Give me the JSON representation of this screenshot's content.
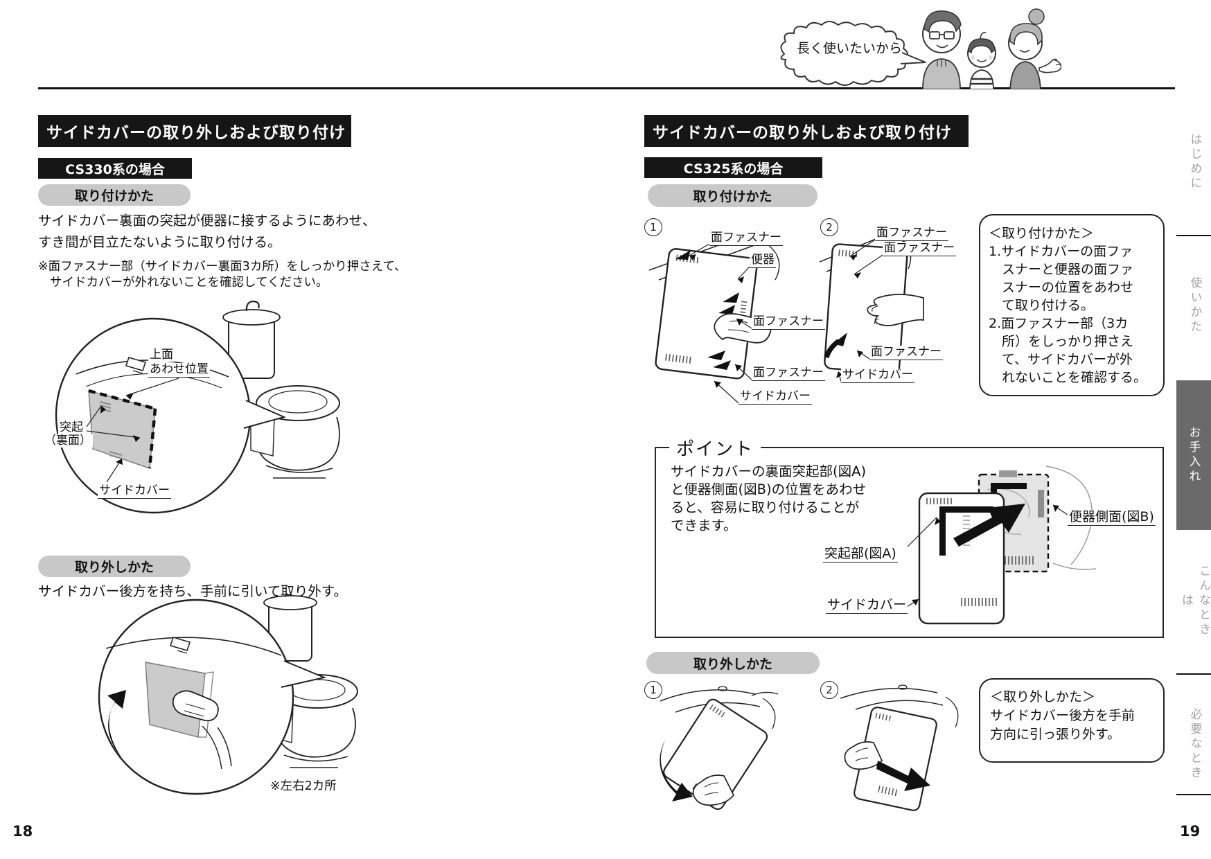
{
  "header": {
    "bubble": "長く使いたいから"
  },
  "left_page": {
    "title": "サイドカバーの取り外しおよび取り付け",
    "model": "CS330系の場合",
    "page_number": "18",
    "install": {
      "heading": "取り付けかた",
      "body_lines": [
        "サイドカバー裏面の突起が便器に接するようにあわせ、",
        "すき間が目立たないように取り付ける。"
      ],
      "note_lines": [
        "※面ファスナー部（サイドカバー裏面3カ所）をしっかり押さえて、",
        "サイドカバーが外れないことを確認してください。"
      ],
      "labels": {
        "top_face": "上面",
        "align_pos": "あわせ位置",
        "protrusion": "突起",
        "back_face": "（裏面）",
        "side_cover": "サイドカバー"
      }
    },
    "remove": {
      "heading": "取り外しかた",
      "body": "サイドカバー後方を持ち、手前に引いて取り外す。",
      "note": "※左右2カ所"
    }
  },
  "right_page": {
    "title": "サイドカバーの取り外しおよび取り付け",
    "model": "CS325系の場合",
    "page_number": "19",
    "install": {
      "heading": "取り付けかた",
      "fig1": {
        "num": "1",
        "labels": [
          "面ファスナー",
          "便器",
          "面ファスナー",
          "面ファスナー",
          "サイドカバー"
        ]
      },
      "fig2": {
        "num": "2",
        "labels": [
          "面ファスナー",
          "面ファスナー",
          "面ファスナー",
          "サイドカバー"
        ]
      },
      "box_lines": [
        "＜取り付けかた＞",
        "1.サイドカバーの面ファ",
        "スナーと便器の面ファ",
        "スナーの位置をあわせ",
        "て取り付ける。",
        "2.面ファスナー部（3カ",
        "所）をしっかり押さえ",
        "て、サイドカバーが外",
        "れないことを確認する。"
      ]
    },
    "point": {
      "heading": "ポイント",
      "body_lines": [
        "サイドカバーの裏面突起部(図A)",
        "と便器側面(図B)の位置をあわせ",
        "ると、容易に取り付けることが",
        "できます。"
      ],
      "labels": {
        "protrusion": "突起部(図A)",
        "side_cover": "サイドカバー",
        "bowl_side": "便器側面(図B)"
      }
    },
    "remove": {
      "heading": "取り外しかた",
      "fig1_num": "1",
      "fig2_num": "2",
      "box_lines": [
        "＜取り外しかた＞",
        "サイドカバー後方を手前",
        "方向に引っ張り外す。"
      ]
    }
  },
  "sidebar": {
    "tabs": [
      {
        "label": "はじめに",
        "active": false
      },
      {
        "label": "使いかた",
        "active": false
      },
      {
        "label": "お手入れ",
        "active": true
      },
      {
        "label": "こんなときは",
        "active": false
      },
      {
        "label": "必要なとき",
        "active": false
      }
    ]
  },
  "colors": {
    "bar_black": "#161616",
    "pill_gray": "#c8c8c8",
    "active_tab": "#6a6a6a",
    "cover_gray": "#cbcbcb"
  }
}
